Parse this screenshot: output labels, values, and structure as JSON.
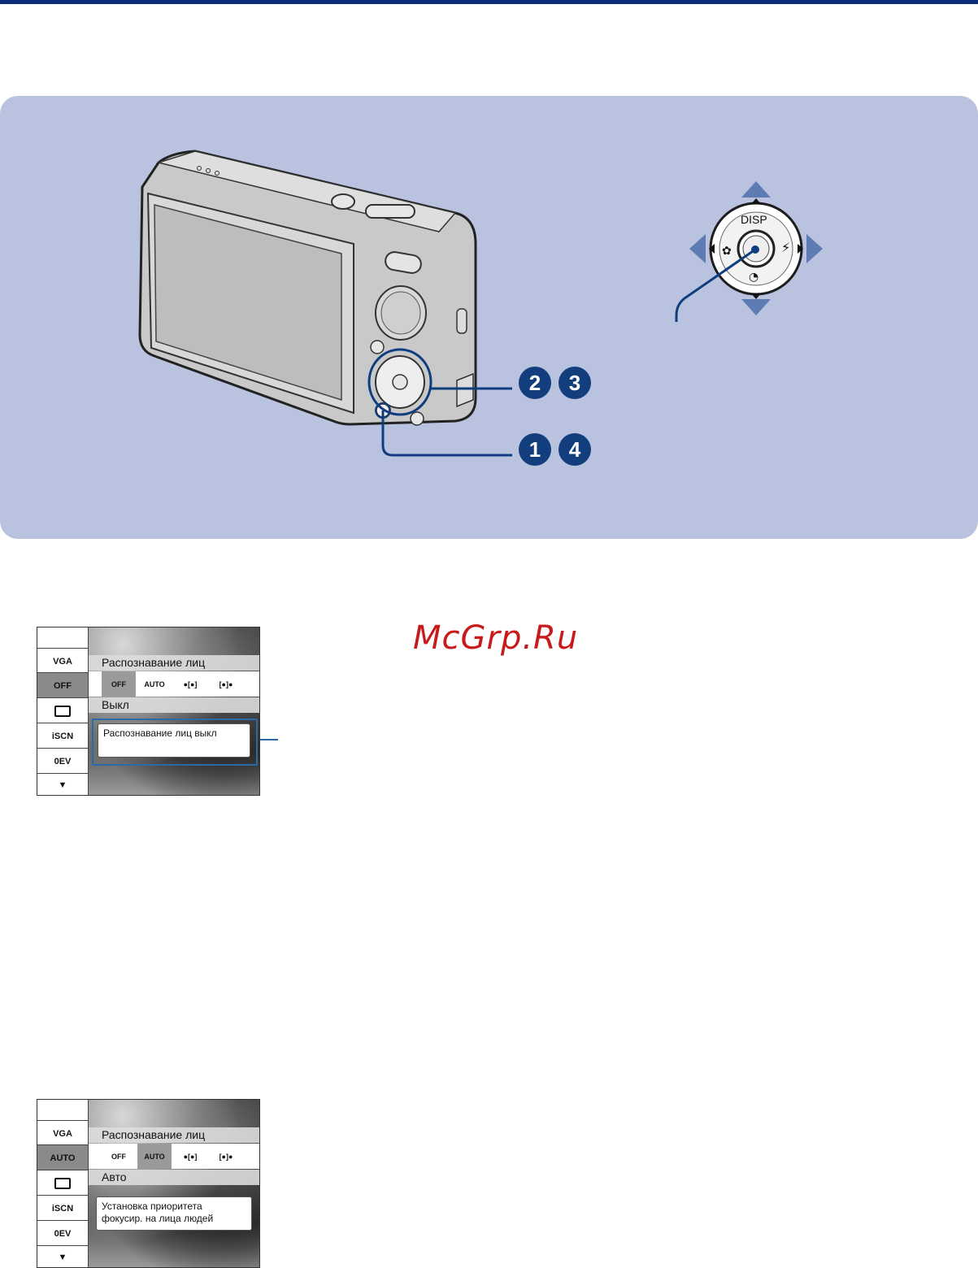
{
  "panel": {
    "dpad": {
      "disp_label": "DISP"
    },
    "badges": {
      "a": "2",
      "b": "3",
      "c": "1",
      "d": "4"
    }
  },
  "watermark": "McGrp.Ru",
  "screen1": {
    "sidebar": [
      "VGA",
      "OFF",
      "",
      "iSCN",
      "0EV",
      "▼"
    ],
    "title": "Распознавание лиц",
    "options": [
      "OFF",
      "AUTO",
      "",
      ""
    ],
    "selected_value": "Выкл",
    "tip": "Распознавание лиц выкл"
  },
  "screen2": {
    "sidebar": [
      "VGA",
      "AUTO",
      "",
      "iSCN",
      "0EV",
      "▼"
    ],
    "title": "Распознавание лиц",
    "options": [
      "OFF",
      "AUTO",
      "",
      ""
    ],
    "selected_value": "Авто",
    "tip_line1": "Установка приоритета",
    "tip_line2": "фокусир. на лица людей"
  }
}
